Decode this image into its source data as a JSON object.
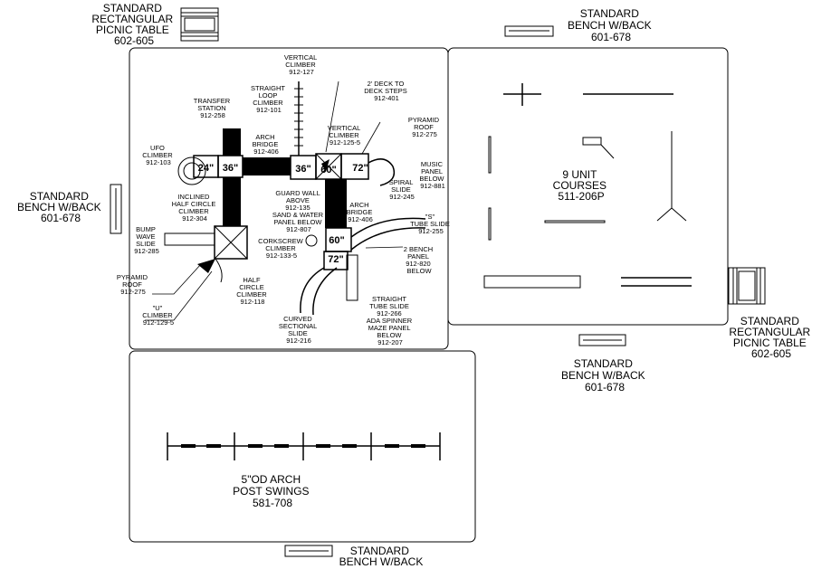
{
  "labels": {
    "picnic_table_top": [
      "STANDARD",
      "RECTANGULAR",
      "PICNIC TABLE",
      "602-605"
    ],
    "bench_top_right": [
      "STANDARD",
      "BENCH W/BACK",
      "601-678"
    ],
    "bench_left": [
      "STANDARD",
      "BENCH W/BACK",
      "601-678"
    ],
    "picnic_table_right": [
      "STANDARD",
      "RECTANGULAR",
      "PICNIC TABLE",
      "602-605"
    ],
    "bench_middle": [
      "STANDARD",
      "BENCH W/BACK",
      "601-678"
    ],
    "bench_bottom": [
      "STANDARD",
      "BENCH W/BACK"
    ],
    "courses": [
      "9 UNIT",
      "COURSES",
      "511-206P"
    ],
    "swings": [
      "5\"OD ARCH",
      "POST SWINGS",
      "581-708"
    ]
  },
  "components": {
    "vertical_climber_top": [
      "VERTICAL",
      "CLIMBER",
      "912-127"
    ],
    "straight_loop_climber": [
      "STRAIGHT",
      "LOOP",
      "CLIMBER",
      "912-101"
    ],
    "transfer_station": [
      "TRANSFER",
      "STATION",
      "912-258"
    ],
    "deck_steps": [
      "2' DECK TO",
      "DECK STEPS",
      "912-401"
    ],
    "pyramid_roof_right": [
      "PYRAMID",
      "ROOF",
      "912-275"
    ],
    "vertical_climber_mid": [
      "VERTICAL",
      "CLIMBER",
      "912-125-5"
    ],
    "arch_bridge_top": [
      "ARCH",
      "BRIDGE",
      "912-406"
    ],
    "ufo_climber": [
      "UFO",
      "CLIMBER",
      "912-103"
    ],
    "music_panel": [
      "MUSIC",
      "PANEL",
      "BELOW",
      "912-881"
    ],
    "spiral_slide": [
      "SPIRAL",
      "SLIDE",
      "912-245"
    ],
    "guard_wall": [
      "GUARD WALL",
      "ABOVE",
      "912-135",
      "SAND & WATER",
      "PANEL BELOW",
      "912-807"
    ],
    "inclined_climber": [
      "INCLINED",
      "HALF CIRCLE",
      "CLIMBER",
      "912-304"
    ],
    "arch_bridge_mid": [
      "ARCH",
      "BRIDGE",
      "912-406"
    ],
    "s_tube_slide": [
      "\"S\"",
      "TUBE SLIDE",
      "912-255"
    ],
    "bump_wave_slide": [
      "BUMP",
      "WAVE",
      "SLIDE",
      "912-285"
    ],
    "corkscrew_climber": [
      "CORKSCREW",
      "CLIMBER",
      "912-133-5"
    ],
    "bench_panel": [
      "2 BENCH",
      "PANEL",
      "912-820",
      "BELOW"
    ],
    "pyramid_roof_left": [
      "PYRAMID",
      "ROOF",
      "912-275"
    ],
    "half_circle_climber": [
      "HALF",
      "CIRCLE",
      "CLIMBER",
      "912-118"
    ],
    "u_climber": [
      "\"U\"",
      "CLIMBER",
      "912-129-5"
    ],
    "straight_tube_slide": [
      "STRAIGHT",
      "TUBE SLIDE",
      "912-266",
      "ADA SPINNER",
      "MAZE PANEL",
      "BELOW",
      "912-207"
    ],
    "curved_slide": [
      "CURVED",
      "SECTIONAL",
      "SLIDE",
      "912-216"
    ]
  },
  "decks": {
    "d24": "24\"",
    "d36a": "36\"",
    "d36b": "36\"",
    "d60a": "60\"",
    "d72a": "72\"",
    "d60b": "60\"",
    "d72b": "72\""
  }
}
